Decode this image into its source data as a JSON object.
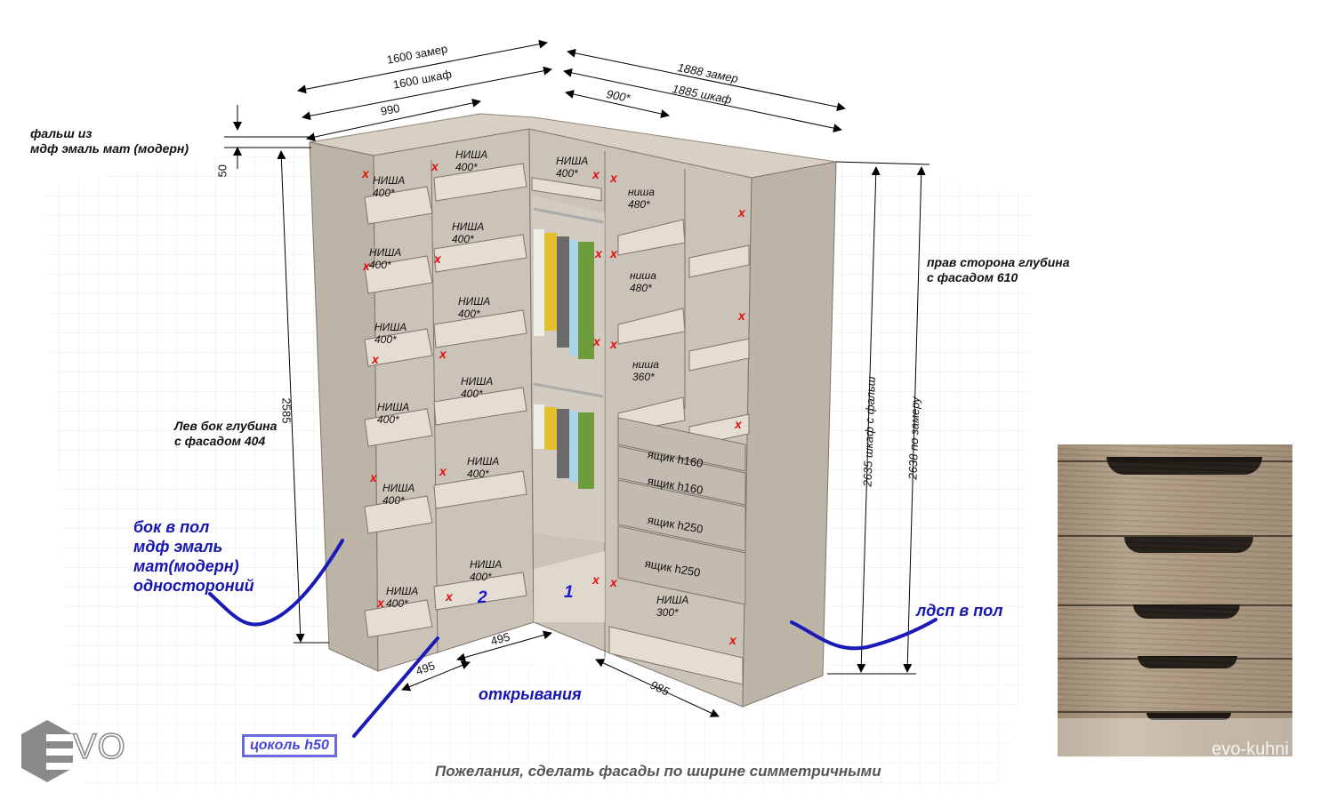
{
  "title": "Угловой шкаф — эскиз с размерами",
  "dimensions": {
    "left_measured": "1600 замер",
    "left_cabinet": "1600 шкаф",
    "left_section": "990",
    "right_measured": "1888 замер",
    "right_cabinet": "1885 шкаф",
    "right_section": "900*",
    "cornice_height": "50",
    "left_height": "2585",
    "right_height_cabinet": "2635 шкаф с фальш",
    "right_height_measured": "2638 по замеру",
    "opening_1": "495",
    "opening_2": "495",
    "opening_3": "985"
  },
  "notes": {
    "cornice": [
      "фальш из",
      "мдф эмаль мат (модерн)"
    ],
    "left_side": [
      "Лев бок глубина",
      "с фасадом 404"
    ],
    "right_side": [
      "прав сторона  глубина",
      "с фасадом 610"
    ],
    "left_panel": [
      "бок в пол",
      "мдф эмаль",
      "мат(модерн)",
      "одностороний"
    ],
    "right_panel": "лдсп в пол",
    "openings": "открывания",
    "plinth": "цоколь h50",
    "wish": "Пожелания, сделать фасады по ширине симметричными"
  },
  "niches_left_col": [
    {
      "name": "НИША",
      "size": "400*"
    },
    {
      "name": "НИША",
      "size": "400*"
    },
    {
      "name": "НИША",
      "size": "400*"
    },
    {
      "name": "НИША",
      "size": "400*"
    },
    {
      "name": "НИША",
      "size": "400*"
    },
    {
      "name": "НИША",
      "size": "400*"
    }
  ],
  "niches_mid_col": [
    {
      "name": "НИША",
      "size": "400*"
    },
    {
      "name": "НИША",
      "size": "400*"
    },
    {
      "name": "НИША",
      "size": "400*"
    },
    {
      "name": "НИША",
      "size": "400*"
    },
    {
      "name": "НИША",
      "size": "400*"
    },
    {
      "name": "НИША",
      "size": "400*"
    }
  ],
  "niche_corner_top": {
    "name": "НИША",
    "size": "400*"
  },
  "niches_right_col": [
    {
      "name": "ниша",
      "size": "480*"
    },
    {
      "name": "ниша",
      "size": "480*"
    },
    {
      "name": "ниша",
      "size": "360*"
    }
  ],
  "drawers": [
    "ящик h160",
    "ящик h160",
    "ящик h250",
    "ящик h250"
  ],
  "niche_bottom_right": {
    "name": "НИША",
    "size": "300*"
  },
  "section_numbers": [
    "1",
    "2"
  ],
  "marker": "x",
  "logo": "VO",
  "photo_watermark": "evo-kuhni",
  "colors": {
    "cabinet": "#c9c1b6",
    "cabinet_dark": "#b3aa9e",
    "shelf": "#e6ddd2",
    "annotation_blue": "#1515b0",
    "marker_red": "#e01010"
  }
}
